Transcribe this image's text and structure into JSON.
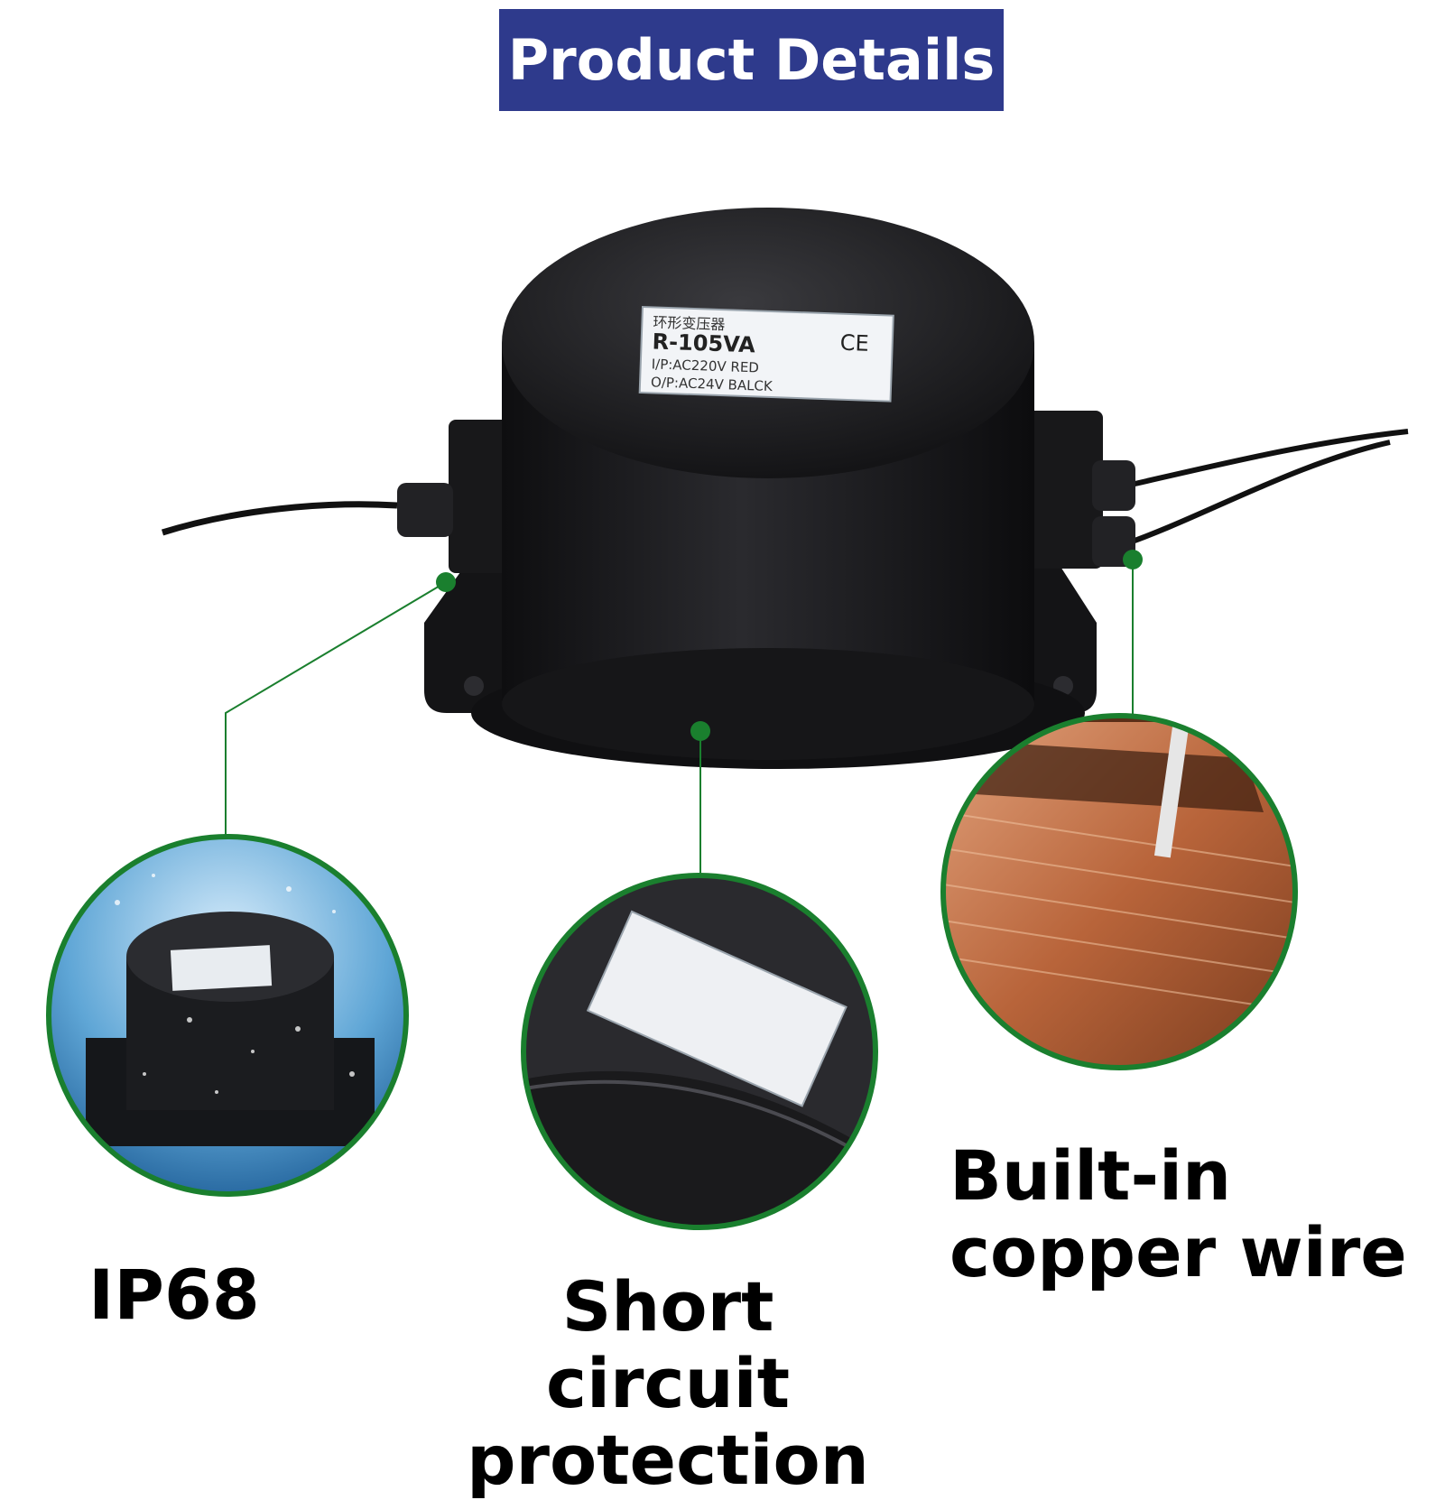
{
  "header": {
    "title": "Product Details"
  },
  "label": {
    "line1": "环形变压器",
    "model": "R-105VA",
    "mark": "CE",
    "input": "I/P:AC220V RED",
    "output": "O/P:AC24V  BALCK"
  },
  "features": [
    {
      "line1": "IP68",
      "line2": ""
    },
    {
      "line1": "Short circuit",
      "line2": "protection"
    },
    {
      "line1": "Built-in",
      "line2": "copper wire"
    }
  ],
  "colors": {
    "banner": "#2e3a8c",
    "callout": "#1a7f2e",
    "product": "#1d1d1f",
    "copper": "#c7784a"
  }
}
